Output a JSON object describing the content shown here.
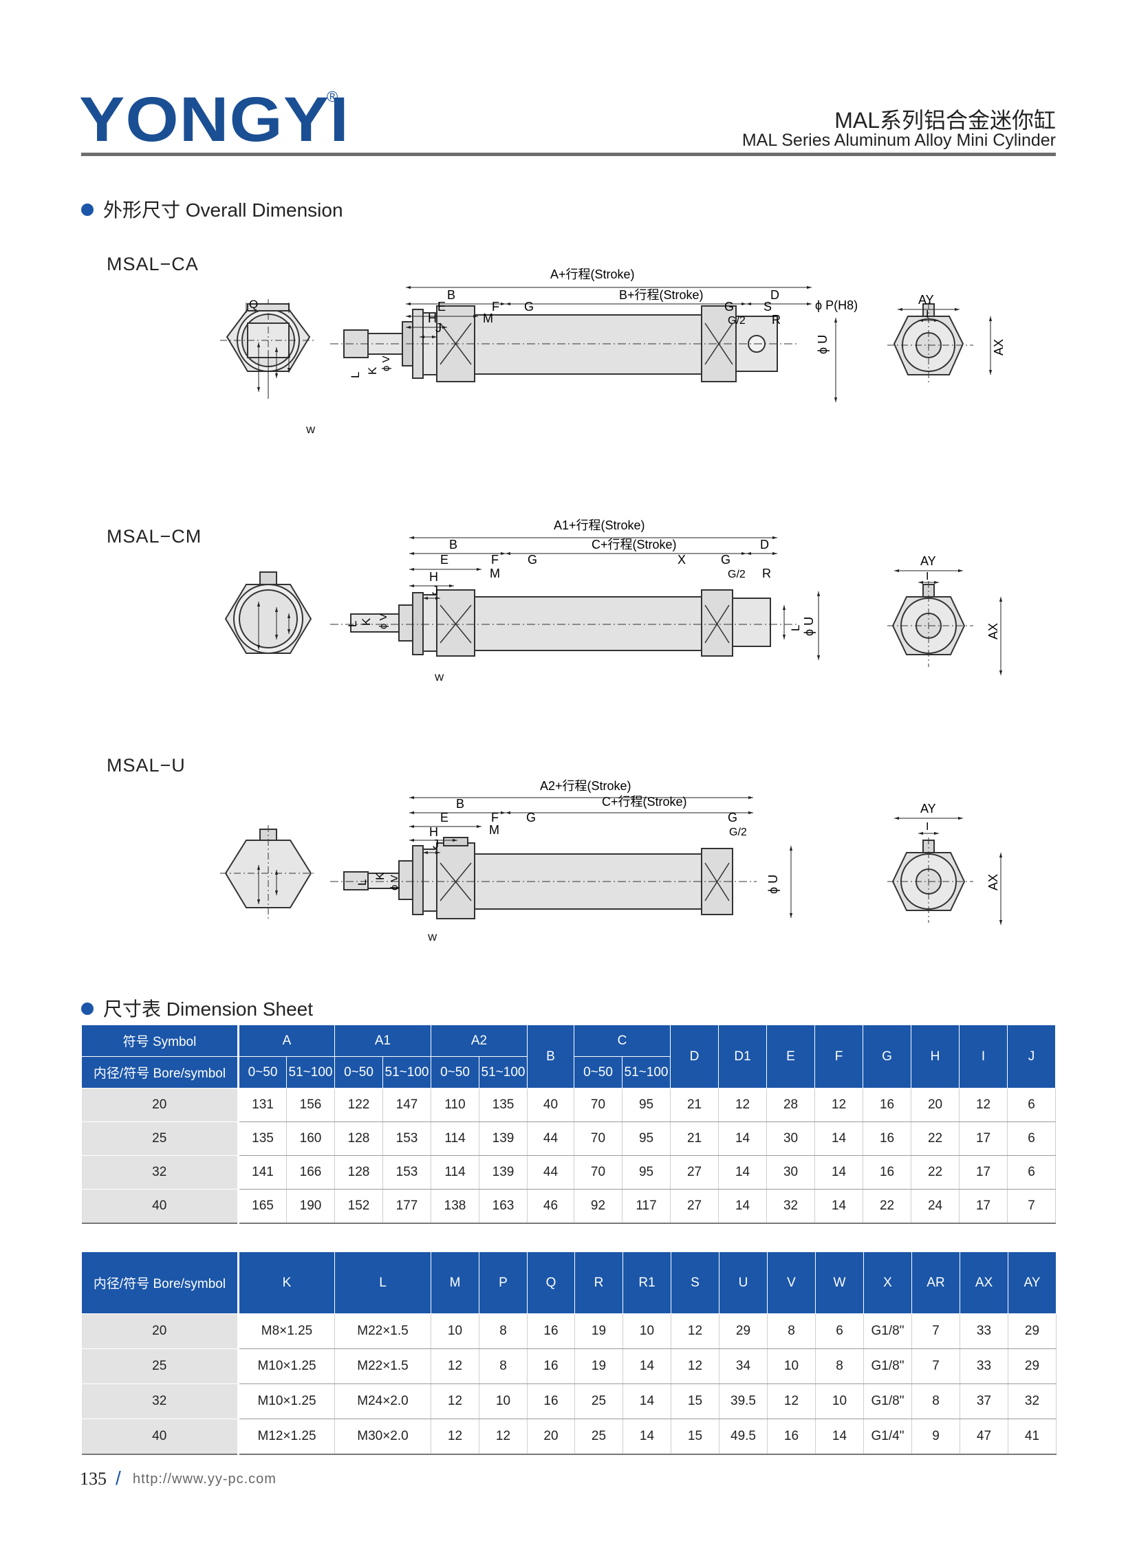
{
  "brand": {
    "logo": "YONGYI",
    "reg": "®"
  },
  "header": {
    "title_cn": "MAL系列铝合金迷你缸",
    "title_en": "MAL Series Aluminum Alloy Mini Cylinder"
  },
  "section1": {
    "title": "外形尺寸 Overall Dimension"
  },
  "drawings": {
    "ca": {
      "name": "MSAL−CA",
      "dims": {
        "a": "A+行程(Stroke)",
        "b": "B",
        "bs": "B+行程(Stroke)",
        "d": "D",
        "e": "E",
        "f": "F",
        "g": "G",
        "g2": "G",
        "g2h": "G/2",
        "s": "S",
        "r": "R",
        "h": "H",
        "j": "J",
        "m": "M",
        "p": "ϕ P(H8)",
        "l": "L",
        "k": "K",
        "v": "ϕ V",
        "w": "W",
        "u": "ϕ U",
        "q": "Q",
        "ay": "AY",
        "i": "I",
        "ax": "AX"
      }
    },
    "cm": {
      "name": "MSAL−CM",
      "dims": {
        "a": "A1+行程(Stroke)",
        "b": "B",
        "cs": "C+行程(Stroke)",
        "d": "D",
        "e": "E",
        "f": "F",
        "g": "G",
        "x": "X",
        "g2": "G",
        "g2h": "G/2",
        "r": "R",
        "h": "H",
        "j": "J",
        "m": "M",
        "l": "L",
        "k": "K",
        "v": "ϕ V",
        "w": "W",
        "u": "ϕ U",
        "l2": "L",
        "ay": "AY",
        "i": "I",
        "ax": "AX"
      }
    },
    "u": {
      "name": "MSAL−U",
      "dims": {
        "a": "A2+行程(Stroke)",
        "b": "B",
        "cs": "C+行程(Stroke)",
        "e": "E",
        "f": "F",
        "g": "G",
        "g2": "G",
        "g2h": "G/2",
        "h": "H",
        "j": "J",
        "m": "M",
        "l": "L",
        "k": "K",
        "v": "ϕ V",
        "w": "W",
        "u": "ϕ U",
        "ay": "AY",
        "i": "I",
        "ax": "AX"
      }
    }
  },
  "section2": {
    "title": "尺寸表 Dimension Sheet"
  },
  "table1": {
    "symbol_label": "符号 Symbol",
    "bore_label": "内径/符号 Bore/symbol",
    "groups": [
      "A",
      "A1",
      "A2",
      "B",
      "C",
      "D",
      "D1",
      "E",
      "F",
      "G",
      "H",
      "I",
      "J"
    ],
    "sub": [
      "0~50",
      "51~100"
    ],
    "rows": [
      [
        "20",
        "131",
        "156",
        "122",
        "147",
        "110",
        "135",
        "40",
        "70",
        "95",
        "21",
        "12",
        "28",
        "12",
        "16",
        "20",
        "12",
        "6"
      ],
      [
        "25",
        "135",
        "160",
        "128",
        "153",
        "114",
        "139",
        "44",
        "70",
        "95",
        "21",
        "14",
        "30",
        "14",
        "16",
        "22",
        "17",
        "6"
      ],
      [
        "32",
        "141",
        "166",
        "128",
        "153",
        "114",
        "139",
        "44",
        "70",
        "95",
        "27",
        "14",
        "30",
        "14",
        "16",
        "22",
        "17",
        "6"
      ],
      [
        "40",
        "165",
        "190",
        "152",
        "177",
        "138",
        "163",
        "46",
        "92",
        "117",
        "27",
        "14",
        "32",
        "14",
        "22",
        "24",
        "17",
        "7"
      ]
    ]
  },
  "table2": {
    "bore_label": "内径/符号 Bore/symbol",
    "headers": [
      "K",
      "L",
      "M",
      "P",
      "Q",
      "R",
      "R1",
      "S",
      "U",
      "V",
      "W",
      "X",
      "AR",
      "AX",
      "AY"
    ],
    "rows": [
      [
        "20",
        "M8×1.25",
        "M22×1.5",
        "10",
        "8",
        "16",
        "19",
        "10",
        "12",
        "29",
        "8",
        "6",
        "G1/8\"",
        "7",
        "33",
        "29"
      ],
      [
        "25",
        "M10×1.25",
        "M22×1.5",
        "12",
        "8",
        "16",
        "19",
        "14",
        "12",
        "34",
        "10",
        "8",
        "G1/8\"",
        "7",
        "33",
        "29"
      ],
      [
        "32",
        "M10×1.25",
        "M24×2.0",
        "12",
        "10",
        "16",
        "25",
        "14",
        "15",
        "39.5",
        "12",
        "10",
        "G1/8\"",
        "8",
        "37",
        "32"
      ],
      [
        "40",
        "M12×1.25",
        "M30×2.0",
        "12",
        "12",
        "20",
        "25",
        "14",
        "15",
        "49.5",
        "16",
        "14",
        "G1/4\"",
        "9",
        "47",
        "41"
      ]
    ]
  },
  "footer": {
    "page": "135",
    "url": "http://www.yy-pc.com"
  }
}
